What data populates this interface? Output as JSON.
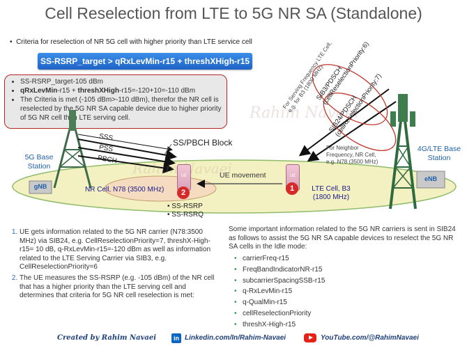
{
  "title": "Cell Reselection from LTE to 5G NR SA (Standalone)",
  "criteria_bullet": "Criteria for reselection of NR 5G cell with higher priority than LTE service cell",
  "formula": "SS-RSRP_target > qRxLevMin-r15 + threshXHigh-r15",
  "calc": {
    "line1": "SS-RSRP_target-105 dBm",
    "line2_bold1": "qRxLevMin",
    "line2_mid": "-r15 + ",
    "line2_bold2": "threshXHigh",
    "line2_rest": "-r15=-120+10=-110 dBm",
    "line3": "The Criteria is met (-105 dBm>-110 dBm), therefor the NR cell is reselected by the 5G NR SA capable device due to higher priority of 5G NR cell than LTE serving cell."
  },
  "diagram": {
    "sss": "SSS",
    "pss": "PSS",
    "pbch": "PBCH",
    "ss_pbch_block": "SS/PBCH Block",
    "station_5g": "5G Base Station",
    "station_4g": "4G/LTE Base Station",
    "gnb": "gNB",
    "enb": "eNB",
    "ue": "UE",
    "ue_movement": "UE movement",
    "nr_cell": "NR Cell, N78 (3500 MHz)",
    "lte_cell": "LTE Cell, B3 (1800 MHz)",
    "ss_rsrp": "SS-RSRP",
    "ss_rsrq": "SS-RSRQ",
    "badge_nr": "2",
    "badge_lte": "1",
    "sib3": "SIB3/PDSCH (cellReselectionPriority:6)",
    "sib24": "SIB24/PDSCH (cellReselectionPriority:7)",
    "serving_freq_note": "For Serving Frequency LTE Cell, e.g. for B3 (1800 MHz)",
    "neighbor_note": "For Neighbor Frequency, NR Cell, e.g. N78 (3500 MHz)",
    "watermark": "Rahim Navaei"
  },
  "steps": [
    "UE gets information related to the 5G NR carrier (N78:3500 MHz) via SIB24, e.g. CellReselectionPriority=7, threshX-High-r15= 10 dB, q-RxLevMin-r15=-120 dBm as well as information related to the LTE Serving Carrier via SIB3, e.g. CellReselectionPriority=6",
    "The UE measures the SS-RSRP (e.g. -105 dBm) of the NR cell that has a higher priority than the LTE serving cell and determines that criteria for 5G NR cell reselection is met:"
  ],
  "sib24_intro": "Some important information related to the 5G NR carriers is sent in SIB24 as follows to assist the 5G NR SA capable devices to reselect the 5G NR SA cells in the Idle mode:",
  "sib24_params": [
    "carrierFreq-r15",
    "FreqBandIndicatorNR-r15",
    "subcarrierSpacingSSB-r15",
    "q-RxLevMin-r15",
    "q-QualMin-r15",
    "cellReselectionPriority",
    "threshX-High-r15"
  ],
  "footer": {
    "created": "Created by Rahim Navaei",
    "linkedin": "Linkedin.com/In/Rahim-Navaei",
    "youtube": "YouTube.com/@RahimNavaei"
  },
  "colors": {
    "accent_blue": "#1f63c6",
    "cell_fill": "#f3f0c2",
    "nr_fill": "#f5dcc0",
    "tower_green": "#2f6b3e",
    "badge_red": "#d62a2a"
  }
}
